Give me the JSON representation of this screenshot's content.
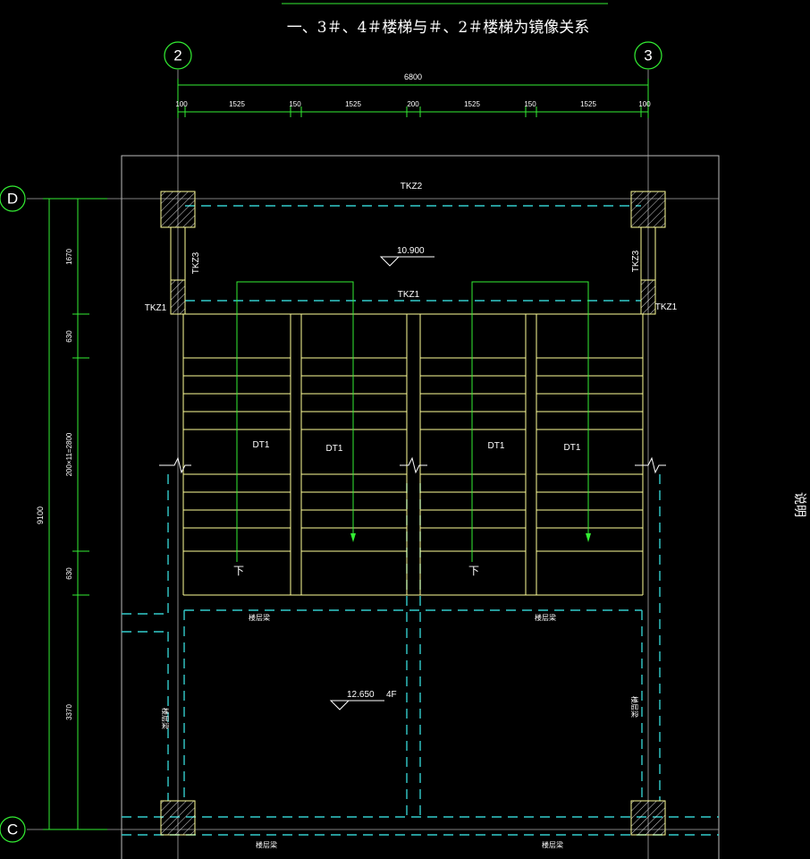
{
  "title": "一、3＃、4＃楼梯与＃、2＃楼梯为镜像关系",
  "note_fragment": "说明",
  "axes": {
    "top_left": "2",
    "top_right": "3",
    "left_top": "D",
    "left_bottom": "C"
  },
  "dims_top": {
    "total": "6800",
    "segments": [
      "100",
      "1525",
      "150",
      "1525",
      "200",
      "1525",
      "150",
      "1525",
      "100"
    ]
  },
  "dims_left": {
    "total": "9100",
    "segments": [
      "1670",
      "630",
      "200×11=2800",
      "630",
      "3370"
    ]
  },
  "labels": {
    "tkz2": "TKZ2",
    "tkz1_mid": "TKZ1",
    "tkz1_left": "TKZ1",
    "tkz1_right": "TKZ1",
    "tkz3_left": "TKZ3",
    "tkz3_right": "TKZ3",
    "dt1_a": "DT1",
    "dt1_b": "DT1",
    "dt1_c": "DT1",
    "dt1_d": "DT1",
    "down_a": "下",
    "down_b": "下",
    "floor_beam_1": "楼层梁",
    "floor_beam_2": "楼层梁",
    "floor_beam_3": "楼层梁",
    "floor_beam_4": "楼层梁",
    "floor_beam_v_left": "楼层梁",
    "floor_beam_v_right": "楼层梁"
  },
  "elevations": {
    "upper": "10.900",
    "lower": "12.650",
    "lower_floor": "4F"
  },
  "colors": {
    "background": "#000000",
    "axis": "#33ee33",
    "dimension": "#33ee33",
    "wall": "#ffff99",
    "dashed": "#33cccc",
    "stair": "#ffff99",
    "arrow": "#33ee33",
    "column_hatch": "#ffffff",
    "frame": "#bbbbbb"
  }
}
